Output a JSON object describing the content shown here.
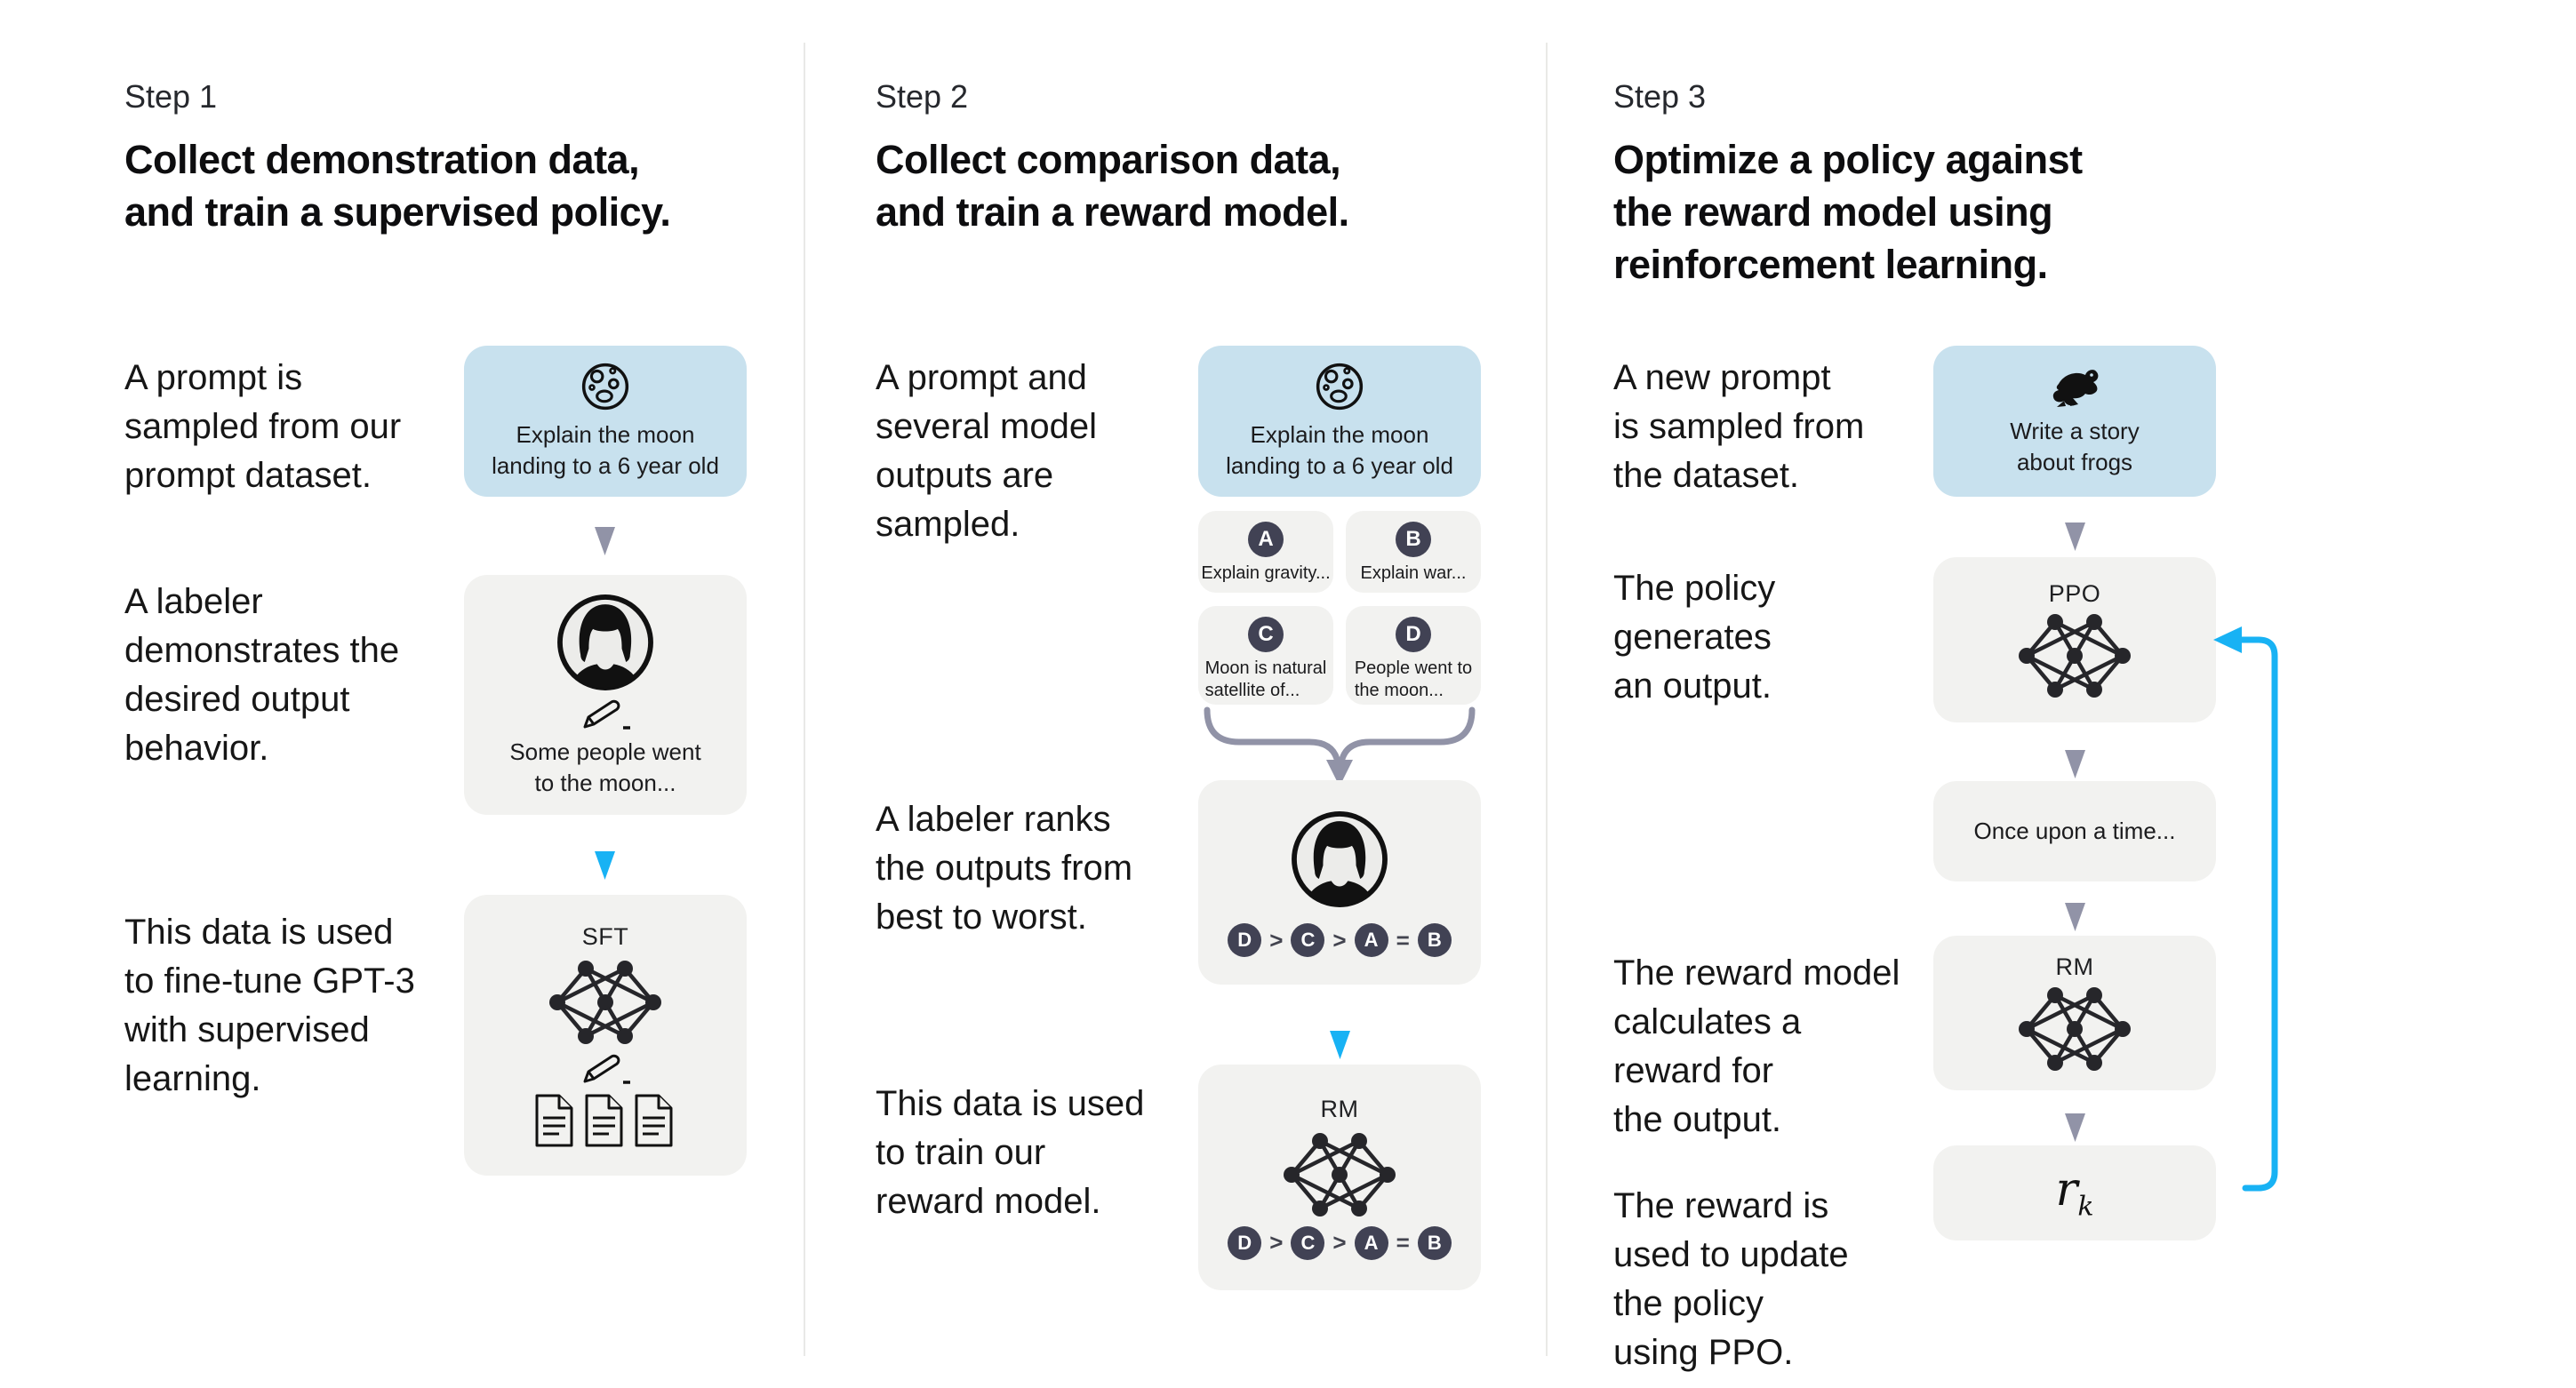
{
  "colors": {
    "prompt_box_blue": "#c8e1ee",
    "flow_box_gray": "#f2f2f0",
    "letter_badge_dark": "#414254",
    "accent_cyan": "#18b2f4",
    "flow_arrow_gray": "#9193a7",
    "divider_gray": "#e9e9e7",
    "text_dark": "#161616"
  },
  "icons": {
    "moon": "cratered-moon-outline",
    "frog": "frog-silhouette",
    "labeler_avatar": "person-with-bob-haircut",
    "pencil": "pencil-writing",
    "documents": "three-documents",
    "neural_network": "seven-node-network",
    "flow_arrow": "gray-down-triangle",
    "highlight_arrow": "cyan-down-triangle",
    "merge_arrow": "curly-merge-down-arrow",
    "feedback_arrow": "cyan-left-hook-arrow"
  },
  "steps": [
    {
      "label": "Step 1",
      "title": "Collect demonstration data,\nand train a supervised policy.",
      "captions": [
        "A prompt is\nsampled from our\nprompt dataset.",
        "A labeler\ndemonstrates the\ndesired output\nbehavior.",
        "This data is used\nto fine-tune GPT-3\nwith supervised\nlearning."
      ],
      "prompt_box": {
        "text": "Explain the moon\nlanding to a 6 year old"
      },
      "labeler_box": {
        "text": "Some people went\nto the moon..."
      },
      "model_box": {
        "label": "SFT"
      }
    },
    {
      "label": "Step 2",
      "title": "Collect comparison data,\nand train a reward model.",
      "captions": [
        "A prompt and\nseveral model\noutputs are\nsampled.",
        "A labeler ranks\nthe outputs from\nbest to worst.",
        "This data is used\nto train our\nreward model."
      ],
      "prompt_box": {
        "text": "Explain the moon\nlanding to a 6 year old"
      },
      "outputs": [
        {
          "letter": "A",
          "text": "Explain gravity..."
        },
        {
          "letter": "B",
          "text": "Explain war..."
        },
        {
          "letter": "C",
          "text": "Moon is natural\nsatellite of..."
        },
        {
          "letter": "D",
          "text": "People went to\nthe moon..."
        }
      ],
      "ranking": {
        "items": [
          "D",
          "C",
          "A",
          "B"
        ],
        "ops": [
          ">",
          ">",
          "="
        ]
      },
      "model_box": {
        "label": "RM"
      }
    },
    {
      "label": "Step 3",
      "title": "Optimize a policy against\nthe reward model using\nreinforcement learning.",
      "captions": [
        "A new prompt\nis sampled from\nthe dataset.",
        "The policy\ngenerates\nan output.",
        "The reward model\ncalculates a\nreward for\nthe output.",
        "The reward is\nused to update\nthe policy\nusing PPO."
      ],
      "prompt_box": {
        "text": "Write a story\nabout frogs"
      },
      "policy_box": {
        "label": "PPO"
      },
      "output_box": {
        "text": "Once upon a time..."
      },
      "reward_model_box": {
        "label": "RM"
      },
      "reward_box": {
        "symbol": "r",
        "subscript": "k"
      }
    }
  ]
}
